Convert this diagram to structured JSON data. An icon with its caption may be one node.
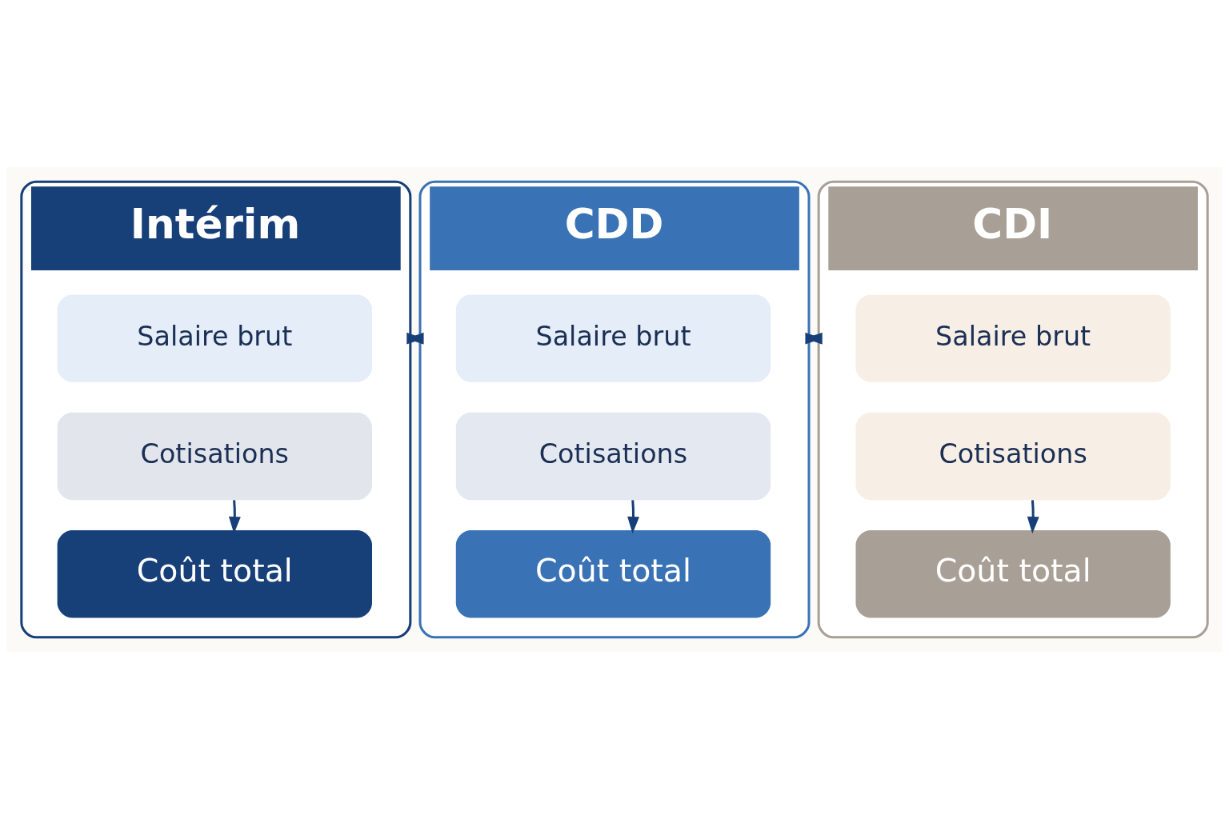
{
  "diagram": {
    "nodes": [
      {
        "text": [
          "Intérim"
        ]
      },
      {
        "text": [
          "Salaire brut"
        ],
        "in": 0
      },
      {
        "text": [
          "Cotisations"
        ],
        "in": 0
      },
      {
        "text": [
          "Coût total"
        ],
        "in": 0
      },
      {
        "text": [
          "CDD"
        ]
      },
      {
        "text": [
          "Salaire brut"
        ],
        "in": 4
      },
      {
        "text": [
          "Cotisations"
        ],
        "in": 4
      },
      {
        "text": [
          "Coût total"
        ],
        "in": 4
      },
      {
        "text": [
          "CDI"
        ]
      },
      {
        "text": [
          "Salaire brut"
        ],
        "in": 8
      },
      {
        "text": [
          "Cotisations"
        ],
        "in": 8
      },
      {
        "text": [
          "Coût total"
        ],
        "in": 8
      }
    ],
    "edges": [
      {
        "from": 2,
        "to": 3,
        "arrow": "to"
      },
      {
        "from": 6,
        "to": 7,
        "arrow": "to"
      },
      {
        "from": 10,
        "to": 11,
        "arrow": "to"
      },
      {
        "from": 0,
        "to": 4,
        "arrow": "both"
      },
      {
        "from": 4,
        "to": 8,
        "arrow": "both"
      }
    ]
  }
}
